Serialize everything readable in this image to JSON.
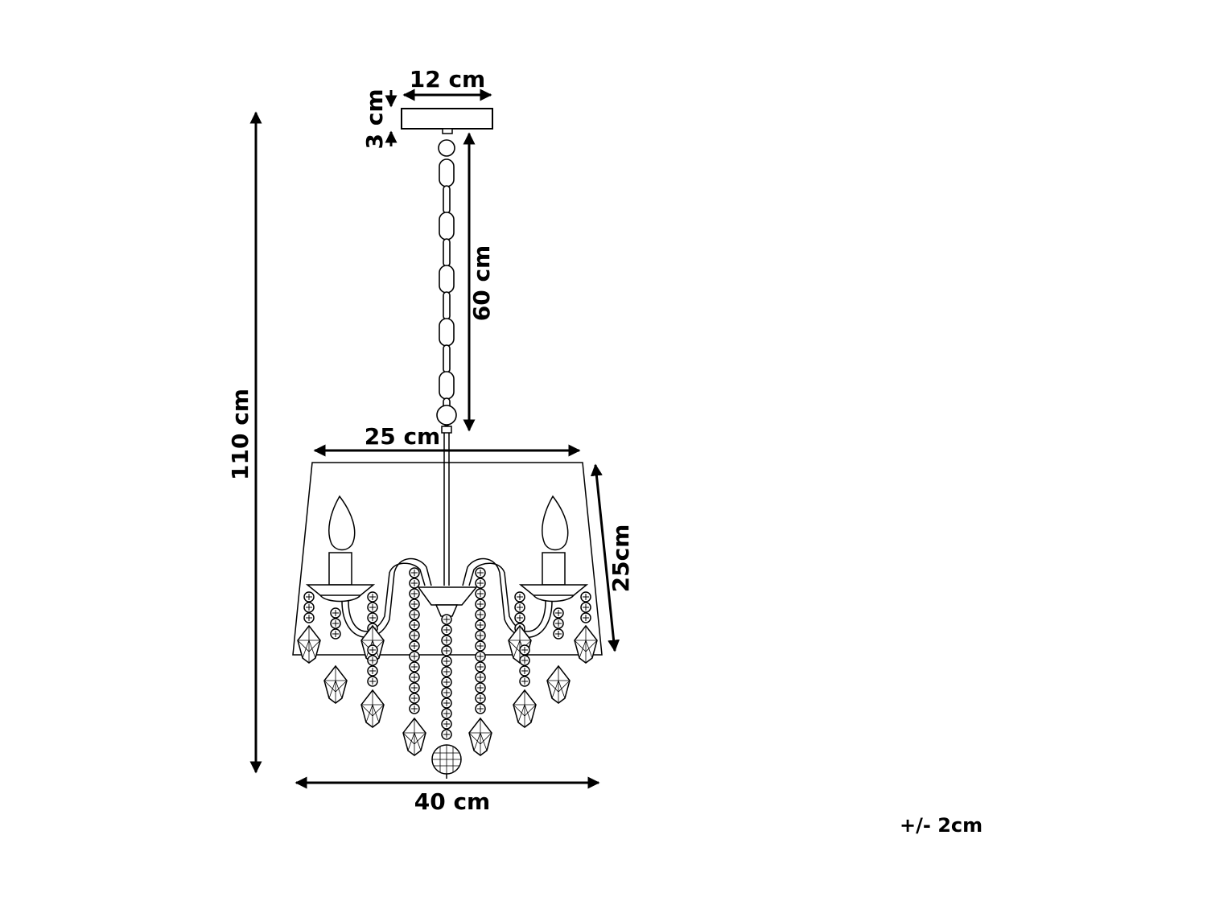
{
  "dimensions": {
    "canopy_width": "12 cm",
    "canopy_height": "3 cm",
    "chain_length": "60 cm",
    "total_height": "110 cm",
    "shade_top_width": "25 cm",
    "shade_height": "25cm",
    "overall_width": "40 cm"
  },
  "tolerance": "+/- 2cm",
  "colors": {
    "line": "#000000",
    "background": "#ffffff"
  }
}
